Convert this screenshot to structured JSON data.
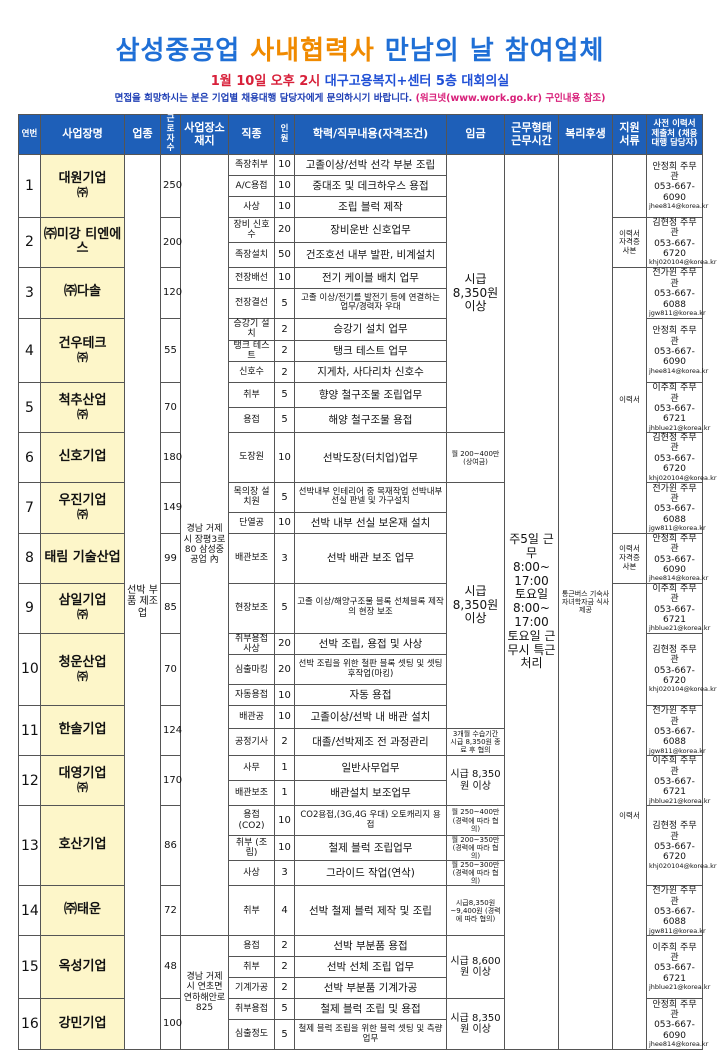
{
  "header": {
    "title_a": "삼성중공업",
    "title_b": "사내협력사",
    "title_c": "만남의 날",
    "title_d": "참여업체",
    "date_time": "1월 10일 오후 2시",
    "place": "대구고용복지+센터 5층 대회의실",
    "notice_a": "면접을 희망하시는 분은 기업별 채용대행 담당자에게 문의하시기 바랍니다.",
    "notice_b": "(워크넷(www.work.go.kr) 구인내용 참조)"
  },
  "columns": {
    "no": "연번",
    "company": "사업장명",
    "industry": "업종",
    "employees": "근로자수",
    "location": "사업장소재지",
    "job": "직종",
    "count": "인원",
    "description": "학력/직무내용(자격조건)",
    "wage": "임금",
    "work_type": "근무형태 근무시간",
    "welfare": "복리후생",
    "docs": "지원서류",
    "contact": "사전 이력서 제출처 (채용대행 담당자)"
  },
  "shared": {
    "industry": "선박 부품 제조업",
    "location_a": "경남 거제시 장평3로 80 삼성중공업 內",
    "location_b": "경남 거제시 연초면 연하해안로825",
    "wage_a": "시급 8,350원 이상",
    "wage_b": "월 200~400만 (상여금)",
    "wage_c": "시급 8,350원 이상",
    "work_time": "주5일 근무 8:00~ 17:00 토요일 8:00~ 17:00 토요일 근무시 특근처리",
    "welfare": "통근버스 기숙사 자녀학자금 식사제공",
    "docs_a": "이력서 자격증 사본",
    "docs_b": "이력서",
    "docs_c": "이력서 자격증 사본",
    "docs_d": "이력서"
  },
  "companies": [
    {
      "no": "1",
      "name": "대원기업",
      "suffix": "㈜",
      "employees": "250",
      "contact_name": "안정희 주무관",
      "contact_phone": "053-667-6090",
      "contact_mail": "jhee814@korea.kr",
      "jobs": [
        {
          "job": "족장취부",
          "count": "10",
          "desc": "고졸이상/선박 선각 부분 조립"
        },
        {
          "job": "A/C용접",
          "count": "10",
          "desc": "중대조 및 데크하우스 용접"
        },
        {
          "job": "사상",
          "count": "10",
          "desc": "조립 블럭 제작"
        }
      ]
    },
    {
      "no": "2",
      "name": "㈜미강 티엔에스",
      "suffix": "",
      "employees": "200",
      "contact_name": "김현정 주무관",
      "contact_phone": "053-667-6720",
      "contact_mail": "khj020104@korea.kr",
      "jobs": [
        {
          "job": "장비 신호수",
          "count": "20",
          "desc": "장비운반 신호업무"
        },
        {
          "job": "족장설치",
          "count": "50",
          "desc": "건조호선 내부 발판, 비계설치"
        }
      ]
    },
    {
      "no": "3",
      "name": "㈜다솔",
      "suffix": "",
      "employees": "120",
      "contact_name": "전가윈 주무관",
      "contact_phone": "053-667-6088",
      "contact_mail": "jgw811@korea.kr",
      "jobs": [
        {
          "job": "전장배선",
          "count": "10",
          "desc": "전기 케이블 배치 업무"
        },
        {
          "job": "전장결선",
          "count": "5",
          "desc": "고졸 이상/전기를 발전기 등에 연결하는 업무/경력자 우대"
        }
      ]
    },
    {
      "no": "4",
      "name": "건우테크",
      "suffix": "㈜",
      "employees": "55",
      "contact_name": "안정희 주무관",
      "contact_phone": "053-667-6090",
      "contact_mail": "jhee814@korea.kr",
      "jobs": [
        {
          "job": "승강기 설치",
          "count": "2",
          "desc": "승강기 설치 업무"
        },
        {
          "job": "탱크 테스트",
          "count": "2",
          "desc": "탱크 테스트 업무"
        },
        {
          "job": "신호수",
          "count": "2",
          "desc": "지게차, 사다리차 신호수"
        }
      ]
    },
    {
      "no": "5",
      "name": "척추산업",
      "suffix": "㈜",
      "employees": "70",
      "contact_name": "이주희 주무관",
      "contact_phone": "053-667-6721",
      "contact_mail": "jhblue21@korea.kr",
      "jobs": [
        {
          "job": "취부",
          "count": "5",
          "desc": "향양 철구조물 조립업무"
        },
        {
          "job": "용접",
          "count": "5",
          "desc": "해양 철구조물 용접"
        }
      ]
    },
    {
      "no": "6",
      "name": "신호기업",
      "suffix": "",
      "employees": "180",
      "contact_name": "김현정 주무관",
      "contact_phone": "053-667-6720",
      "contact_mail": "khj020104@korea.kr",
      "jobs": [
        {
          "job": "도장원",
          "count": "10",
          "desc": "선박도장(터치업)업무"
        }
      ]
    },
    {
      "no": "7",
      "name": "우진기업",
      "suffix": "㈜",
      "employees": "149",
      "contact_name": "전가윈 주무관",
      "contact_phone": "053-667-6088",
      "contact_mail": "jgw811@korea.kr",
      "jobs": [
        {
          "job": "목의장 설치원",
          "count": "5",
          "desc": "선박내부 인테리어 중 목재작업 선박내부 선실 판넬 및 가구설치"
        },
        {
          "job": "단열공",
          "count": "10",
          "desc": "선박 내부 선실 보온재 설치"
        }
      ]
    },
    {
      "no": "8",
      "name": "태림 기술산업",
      "suffix": "",
      "employees": "99",
      "contact_name": "안정희 주무관",
      "contact_phone": "053-667-6090",
      "contact_mail": "jhee814@korea.kr",
      "jobs": [
        {
          "job": "배관보조",
          "count": "3",
          "desc": "선박 배관 보조 업무"
        }
      ]
    },
    {
      "no": "9",
      "name": "삼일기업",
      "suffix": "㈜",
      "employees": "85",
      "contact_name": "이주희 주무관",
      "contact_phone": "053-667-6721",
      "contact_mail": "jhblue21@korea.kr",
      "jobs": [
        {
          "job": "현장보조",
          "count": "5",
          "desc": "고졸 이상/해양구조물 블록 선체블록 제작의 현장 보조"
        }
      ]
    },
    {
      "no": "10",
      "name": "청운산업",
      "suffix": "㈜",
      "employees": "70",
      "contact_name": "김현정 주무관",
      "contact_phone": "053-667-6720",
      "contact_mail": "khj020104@korea.kr",
      "jobs": [
        {
          "job": "취부용접 사상",
          "count": "20",
          "desc": "선박 조립, 용접 및 사상"
        },
        {
          "job": "심출마킹",
          "count": "20",
          "desc": "선박 조립을 위한 철판 블록 셋팅 및 셋팅 후작업(마킹)"
        },
        {
          "job": "자동용접",
          "count": "10",
          "desc": "자동 용접"
        }
      ]
    },
    {
      "no": "11",
      "name": "한솔기업",
      "suffix": "",
      "employees": "124",
      "contact_name": "전가윈 주무관",
      "contact_phone": "053-667-6088",
      "contact_mail": "jgw811@korea.kr",
      "jobs": [
        {
          "job": "배관공",
          "count": "10",
          "desc": "고졸이상/선박 내 배관 설치"
        },
        {
          "job": "공정기사",
          "count": "2",
          "desc": "대졸/선박제조 전 과정관리",
          "wage": "3개월 수습기간 시급 8,350원 종료 후 협의"
        }
      ]
    },
    {
      "no": "12",
      "name": "대영기업",
      "suffix": "㈜",
      "employees": "170",
      "contact_name": "이주희 주무관",
      "contact_phone": "053-667-6721",
      "contact_mail": "jhblue21@korea.kr",
      "wage": "시급 8,350원 이상",
      "jobs": [
        {
          "job": "사무",
          "count": "1",
          "desc": "일반사무업무"
        },
        {
          "job": "배관보조",
          "count": "1",
          "desc": "배관설치 보조업무"
        }
      ]
    },
    {
      "no": "13",
      "name": "호산기업",
      "suffix": "",
      "employees": "86",
      "contact_name": "김현정 주무관",
      "contact_phone": "053-667-6720",
      "contact_mail": "khj020104@korea.kr",
      "jobs": [
        {
          "job": "용접 (CO2)",
          "count": "10",
          "desc": "CO2용접,(3G,4G 우대) 오토캐리지 용접",
          "wage": "월 250~400만 (경력에 따라 협의)"
        },
        {
          "job": "취부 (조립)",
          "count": "10",
          "desc": "철제 블럭 조립업무",
          "wage": "월 200~350만 (경력에 따라 협의)"
        },
        {
          "job": "사상",
          "count": "3",
          "desc": "그라이드 작업(연삭)",
          "wage": "월 250~300만 (경력에 따라 협의)"
        }
      ]
    },
    {
      "no": "14",
      "name": "㈜태운",
      "suffix": "",
      "employees": "72",
      "contact_name": "전가윈 주무관",
      "contact_phone": "053-667-6088",
      "contact_mail": "jgw811@korea.kr",
      "jobs": [
        {
          "job": "취부",
          "count": "4",
          "desc": "선박 철제 블럭 제작 및 조립",
          "wage": "시급8,350원 ~9,400원 (경력에 따라 협의)"
        }
      ]
    },
    {
      "no": "15",
      "name": "옥성기업",
      "suffix": "",
      "employees": "48",
      "contact_name": "이주희 주무관",
      "contact_phone": "053-667-6721",
      "contact_mail": "jhblue21@korea.kr",
      "wage": "시급 8,600원 이상",
      "jobs": [
        {
          "job": "용접",
          "count": "2",
          "desc": "선박 부분품 용접"
        },
        {
          "job": "취부",
          "count": "2",
          "desc": "선박 선체 조립 업무"
        },
        {
          "job": "기계가공",
          "count": "2",
          "desc": "선박 부분품 기계가공"
        }
      ]
    },
    {
      "no": "16",
      "name": "강민기업",
      "suffix": "",
      "employees": "100",
      "contact_name": "안정희 주무관",
      "contact_phone": "053-667-6090",
      "contact_mail": "jhee814@korea.kr",
      "wage": "시급 8,350원 이상",
      "jobs": [
        {
          "job": "취부용접",
          "count": "5",
          "desc": "철제 블럭 조립 및 용접"
        },
        {
          "job": "심출정도",
          "count": "5",
          "desc": "철제 블럭 조립을 위한 블럭 셋팅 및 측량업무"
        }
      ]
    }
  ]
}
